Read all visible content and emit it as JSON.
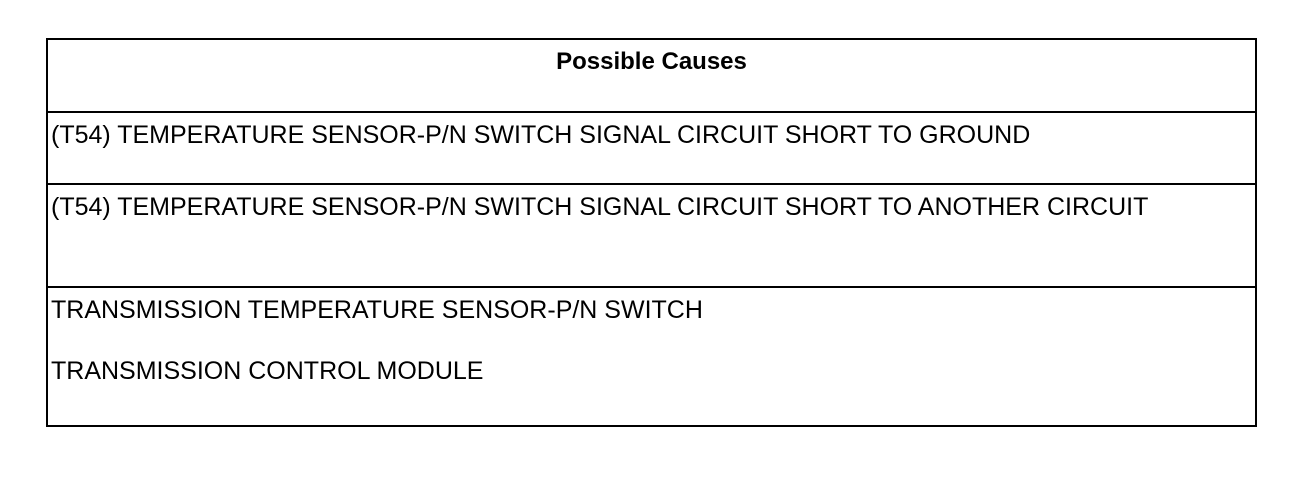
{
  "table": {
    "header": "Possible Causes",
    "rows": [
      {
        "lines": [
          "(T54) TEMPERATURE SENSOR-P/N SWITCH SIGNAL CIRCUIT SHORT TO GROUND"
        ]
      },
      {
        "lines": [
          "(T54) TEMPERATURE SENSOR-P/N SWITCH SIGNAL CIRCUIT SHORT TO ANOTHER CIRCUIT"
        ]
      },
      {
        "lines": [
          "TRANSMISSION TEMPERATURE SENSOR-P/N SWITCH",
          "TRANSMISSION CONTROL MODULE"
        ]
      }
    ]
  }
}
